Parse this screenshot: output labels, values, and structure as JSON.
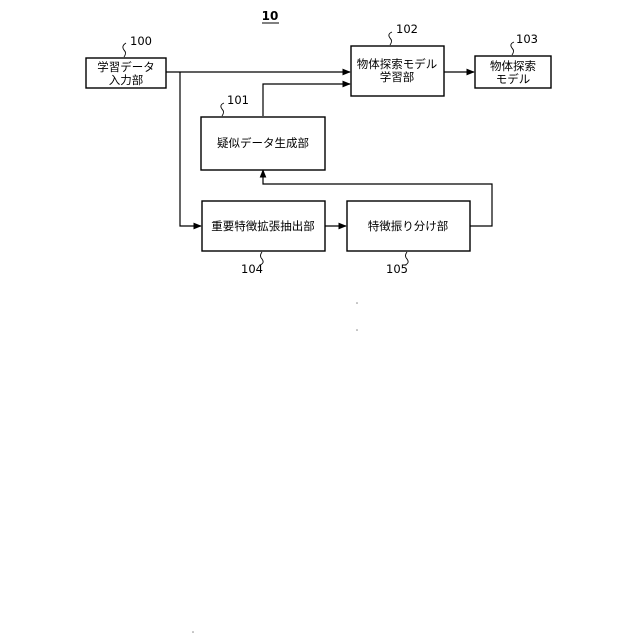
{
  "figure_number": "10",
  "blocks": {
    "training_data_input": {
      "ref": "100",
      "line1": "学習データ",
      "line2": "入力部"
    },
    "pseudo_data_generation": {
      "ref": "101",
      "label": "疑似データ生成部"
    },
    "object_search_model_training": {
      "ref": "102",
      "line1": "物体探索モデル",
      "line2": "学習部"
    },
    "object_search_model": {
      "ref": "103",
      "line1": "物体探索",
      "line2": "モデル"
    },
    "important_feature_extraction": {
      "ref": "104",
      "label": "重要特徴拡張抽出部"
    },
    "feature_distribution": {
      "ref": "105",
      "label": "特徴振り分け部"
    }
  }
}
